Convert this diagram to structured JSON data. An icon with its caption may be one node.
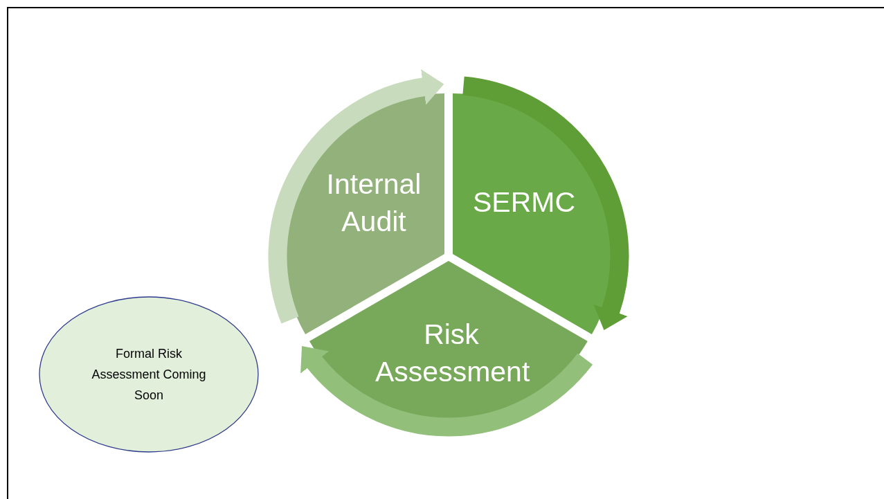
{
  "diagram": {
    "nodes": [
      {
        "text": [
          "Internal Audit"
        ]
      },
      {
        "text": [
          "SERMC"
        ]
      },
      {
        "text": [
          "Risk Assessment"
        ]
      },
      {
        "text": [
          "Formal Risk Assessment Coming Soon"
        ]
      }
    ],
    "edges": [
      {
        "from": 0,
        "to": 1,
        "arrow": "to",
        "color": "#c8dbbd"
      },
      {
        "from": 1,
        "to": 2,
        "arrow": "to",
        "color": "#5f9e36"
      },
      {
        "from": 2,
        "to": 0,
        "arrow": "to",
        "color": "#92c07a"
      }
    ]
  }
}
